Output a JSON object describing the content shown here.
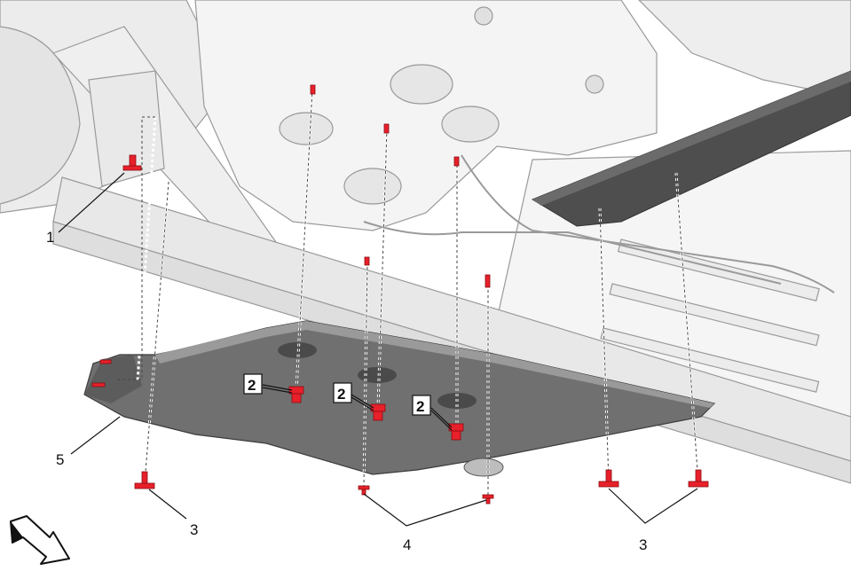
{
  "diagram": {
    "callouts": {
      "c1": "1",
      "c2a": "2",
      "c2b": "2",
      "c2c": "2",
      "c3_left": "3",
      "c3_right": "3",
      "c4": "4",
      "c5": "5"
    },
    "colors": {
      "fastener_red": "#e8202a",
      "shield_gray": "#6f6f6f",
      "shield_dark": "#4a4a4a",
      "body_light": "#f1f1f1",
      "outline": "#8a8a8a",
      "leader": "#111111"
    },
    "icons": {
      "direction_arrow": "forward-direction-arrow-icon"
    }
  }
}
